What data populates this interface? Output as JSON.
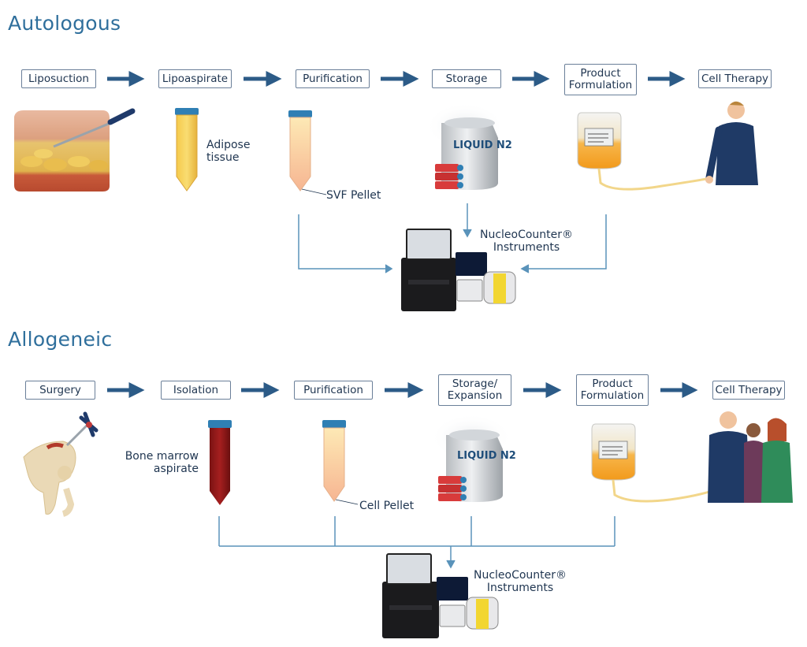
{
  "sections": {
    "autologous": {
      "title": "Autologous",
      "steps": [
        "Liposuction",
        "Lipoaspirate",
        "Purification",
        "Storage",
        "Product\nFormulation",
        "Cell Therapy"
      ],
      "adipose_label": "Adipose\ntissue",
      "pellet_label": "SVF Pellet",
      "instruments_label": "NucleoCounter®\nInstruments"
    },
    "allogeneic": {
      "title": "Allogeneic",
      "steps": [
        "Surgery",
        "Isolation",
        "Purification",
        "Storage/\nExpansion",
        "Product\nFormulation",
        "Cell Therapy"
      ],
      "marrow_label": "Bone marrow\naspirate",
      "pellet_label": "Cell Pellet",
      "instruments_label": "NucleoCounter®\nInstruments"
    }
  },
  "tank_label": "LIQUID N2",
  "colors": {
    "arrow": "#2c5b87",
    "connector": "#5a93ba",
    "title": "#2f6f9c"
  },
  "icons": [
    "tissue-illustration",
    "syringe-icon",
    "tube-icon",
    "liquid-nitrogen-tank-icon",
    "cell-flask-icon",
    "iv-bag-icon",
    "patient-figure",
    "hip-bone-icon",
    "nucleocounter-instrument"
  ]
}
